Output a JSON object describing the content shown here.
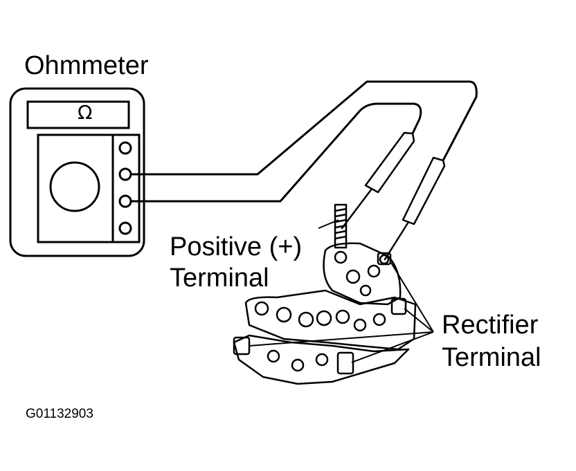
{
  "labels": {
    "ohmmeter": "Ohmmeter",
    "display_symbol": "Ω",
    "positive_line1": "Positive (+)",
    "positive_line2": "Terminal",
    "rectifier_line1": "Rectifier",
    "rectifier_line2": "Terminal",
    "figure_code": "G01132903"
  },
  "colors": {
    "ink": "#000000",
    "paper": "#ffffff"
  }
}
